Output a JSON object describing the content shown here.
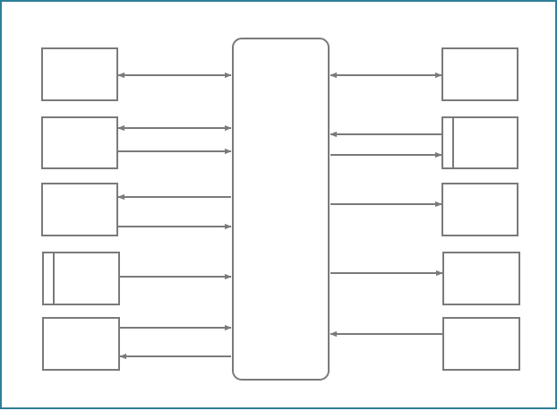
{
  "diagram": {
    "colors": {
      "frame": "#2e7f97",
      "stroke": "#7a7a7a",
      "background": "#ffffff"
    },
    "hub": {
      "label": ""
    },
    "left_nodes": [
      {
        "label": "",
        "divider": false,
        "links": [
          "both"
        ]
      },
      {
        "label": "",
        "divider": false,
        "links": [
          "both",
          "to-hub"
        ]
      },
      {
        "label": "",
        "divider": false,
        "links": [
          "from-hub",
          "to-hub"
        ]
      },
      {
        "label": "",
        "divider": true,
        "links": [
          "to-hub"
        ]
      },
      {
        "label": "",
        "divider": false,
        "links": [
          "to-hub",
          "from-hub"
        ]
      }
    ],
    "right_nodes": [
      {
        "label": "",
        "divider": false,
        "links": [
          "both"
        ]
      },
      {
        "label": "",
        "divider": true,
        "links": [
          "to-hub",
          "from-hub"
        ]
      },
      {
        "label": "",
        "divider": false,
        "links": [
          "from-hub"
        ]
      },
      {
        "label": "",
        "divider": false,
        "links": [
          "from-hub"
        ]
      },
      {
        "label": "",
        "divider": false,
        "links": [
          "to-hub"
        ]
      }
    ]
  }
}
